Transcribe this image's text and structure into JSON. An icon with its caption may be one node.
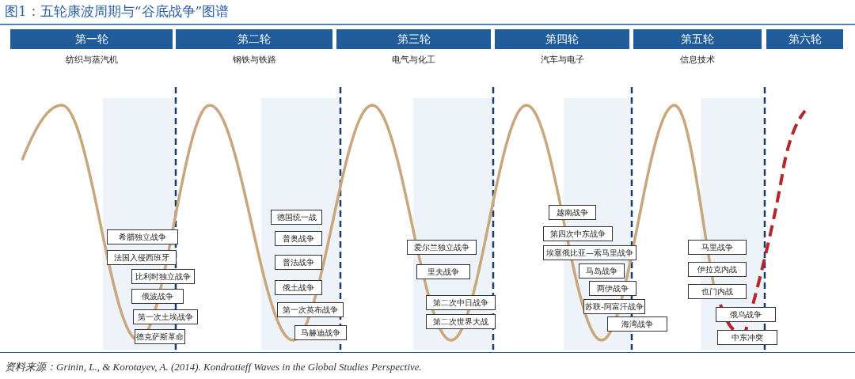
{
  "diagram": {
    "title": "图1：五轮康波周期与“谷底战争”图谱",
    "caption": "资料来源：Grinin, L., & Korotayev, A. (2014). Kondratieff Waves in the Global Studies Perspective.",
    "nodes": [
      {
        "text": [
          "第一轮"
        ],
        "beside": [
          "纺织与蒸汽机"
        ]
      },
      {
        "text": [
          "第二轮"
        ],
        "beside": [
          "钢铁与铁路"
        ]
      },
      {
        "text": [
          "第三轮"
        ],
        "beside": [
          "电气与化工"
        ]
      },
      {
        "text": [
          "第四轮"
        ],
        "beside": [
          "汽车与电子"
        ]
      },
      {
        "text": [
          "第五轮"
        ],
        "beside": [
          "信息技术"
        ]
      },
      {
        "text": [
          "第六轮"
        ]
      },
      {
        "text": [
          "希腊独立战争"
        ]
      },
      {
        "text": [
          "法国入侵西班牙"
        ]
      },
      {
        "text": [
          "比利时独立战争"
        ]
      },
      {
        "text": [
          "俄波战争"
        ]
      },
      {
        "text": [
          "第一次土埃战争"
        ]
      },
      {
        "text": [
          "德克萨斯革命"
        ]
      },
      {
        "text": [
          "德国统一战"
        ]
      },
      {
        "text": [
          "普奥战争"
        ]
      },
      {
        "text": [
          "普法战争"
        ]
      },
      {
        "text": [
          "俄土战争"
        ]
      },
      {
        "text": [
          "第一次英布战争"
        ]
      },
      {
        "text": [
          "马赫迪战争"
        ]
      },
      {
        "text": [
          "爱尔兰独立战争"
        ]
      },
      {
        "text": [
          "里夫战争"
        ]
      },
      {
        "text": [
          "第二次中日战争"
        ]
      },
      {
        "text": [
          "第二次世界大战"
        ]
      },
      {
        "text": [
          "越南战争"
        ]
      },
      {
        "text": [
          "第四次中东战争"
        ]
      },
      {
        "text": [
          "埃塞俄比亚—索马里战争"
        ]
      },
      {
        "text": [
          "马岛战争"
        ]
      },
      {
        "text": [
          "两伊战争"
        ]
      },
      {
        "text": [
          "苏联-阿富汗战争"
        ]
      },
      {
        "text": [
          "海湾战争"
        ]
      },
      {
        "text": [
          "马里战争"
        ]
      },
      {
        "text": [
          "伊拉克内战"
        ]
      },
      {
        "text": [
          "也门内战"
        ]
      },
      {
        "text": [
          "俄乌战争"
        ]
      },
      {
        "text": [
          "中东冲突"
        ]
      }
    ]
  }
}
